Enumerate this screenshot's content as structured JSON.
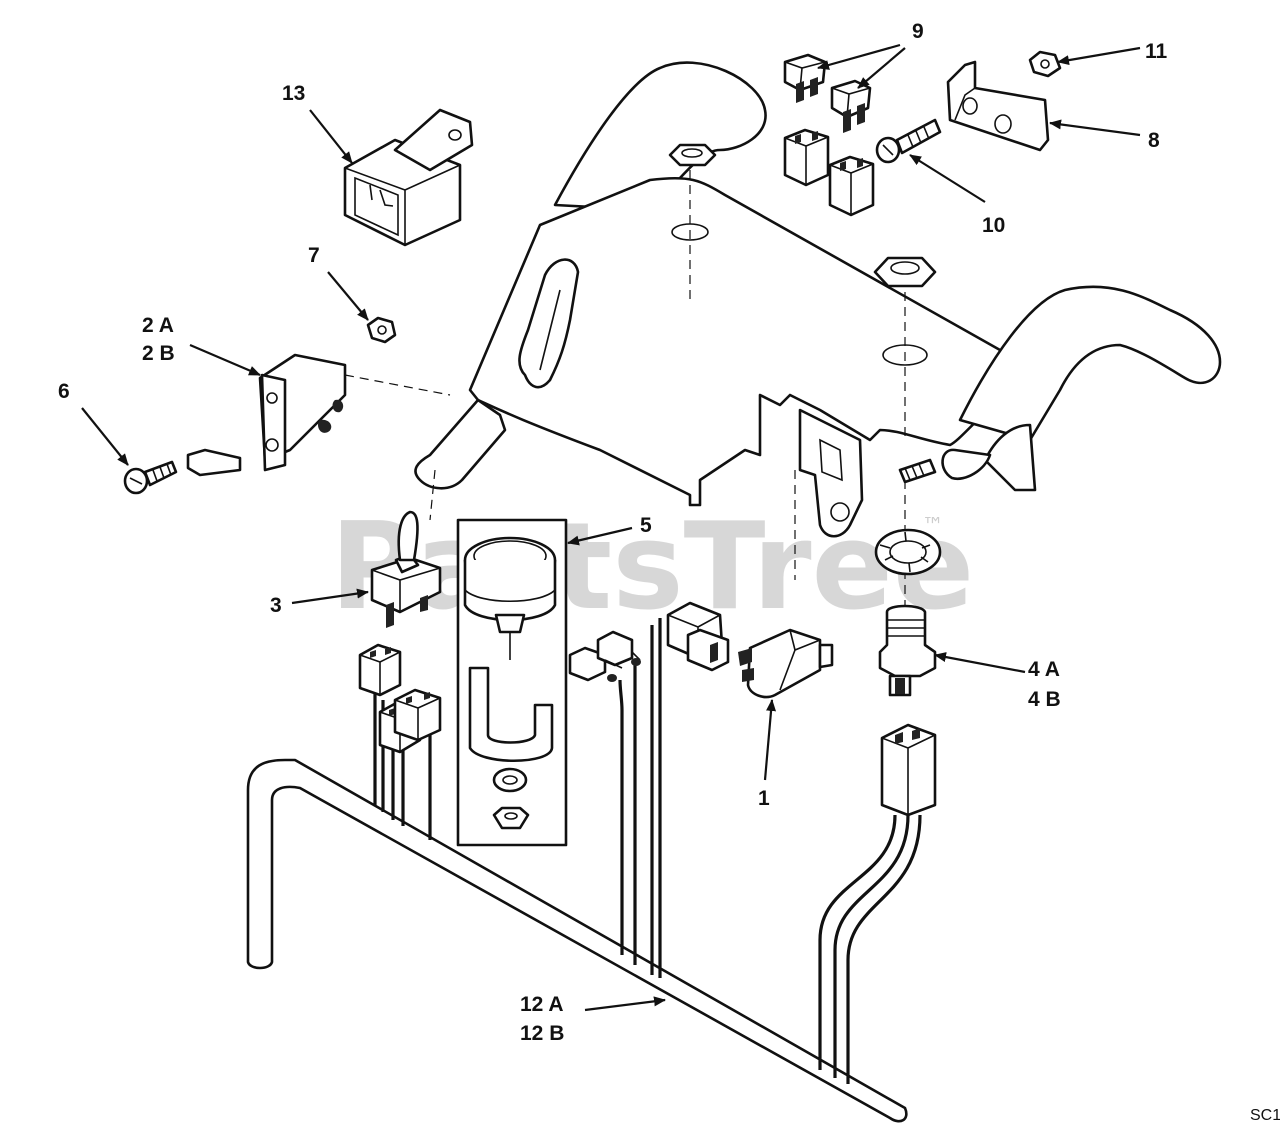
{
  "diagram": {
    "labels": {
      "l1": "1",
      "l2a": "2 A",
      "l2b": "2 B",
      "l3": "3",
      "l4a": "4 A",
      "l4b": "4 B",
      "l5": "5",
      "l6": "6",
      "l7": "7",
      "l8": "8",
      "l9": "9",
      "l10": "10",
      "l11": "11",
      "l12a": "12 A",
      "l12b": "12 B",
      "l13": "13"
    },
    "drawing_code": "SC1",
    "watermark": {
      "text": "PartsTree",
      "trademark": "™"
    }
  }
}
